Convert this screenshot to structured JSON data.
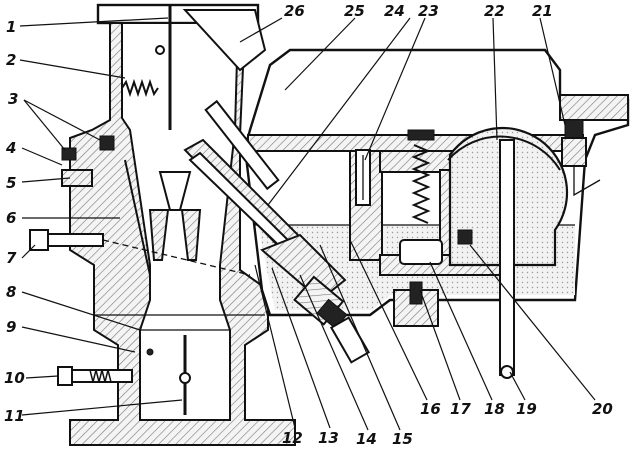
{
  "labels": {
    "l1": "1",
    "l2": "2",
    "l3": "3",
    "l4": "4",
    "l5": "5",
    "l6": "6",
    "l7": "7",
    "l8": "8",
    "l9": "9",
    "l10": "10",
    "l11": "11",
    "l12": "12",
    "l13": "13",
    "l14": "14",
    "l15": "15",
    "l16": "16",
    "l17": "17",
    "l18": "18",
    "l19": "19",
    "l20": "20",
    "l21": "21",
    "l22": "22",
    "l23": "23",
    "l24": "24",
    "l25": "25",
    "l26": "26"
  }
}
